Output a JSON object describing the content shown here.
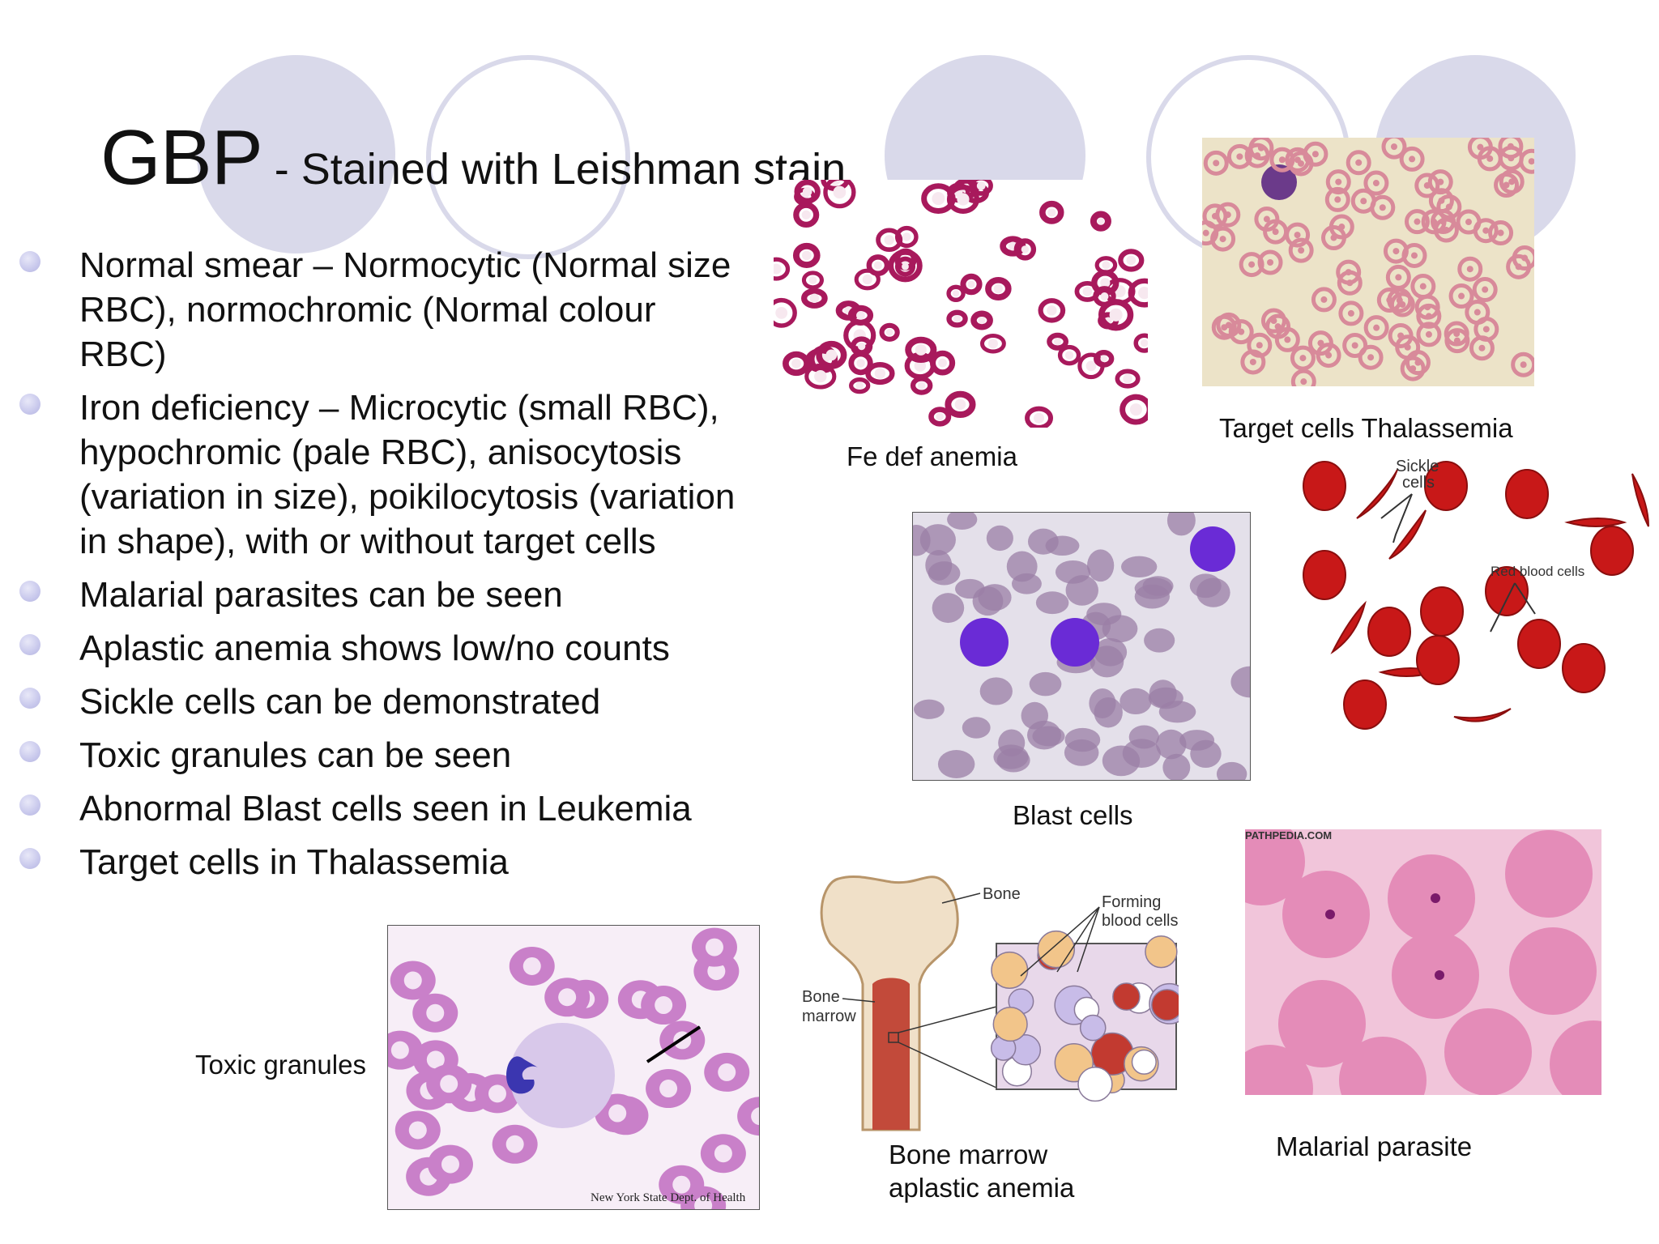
{
  "slide": {
    "title_main": "GBP",
    "title_sub": " - Stained with Leishman stain",
    "bullets": [
      "Normal smear – Normocytic (Normal size RBC), normochromic (Normal colour RBC)",
      "Iron deficiency – Microcytic (small RBC), hypochromic (pale RBC), anisocytosis (variation in size), poikilocytosis (variation in shape), with or without target cells",
      "Malarial parasites can be seen",
      "Aplastic anemia shows low/no counts",
      "Sickle cells can be demonstrated",
      "Toxic granules can be seen",
      "Abnormal Blast cells seen in Leukemia",
      "Target cells in Thalassemia"
    ]
  },
  "captions": {
    "fe_def": "Fe def anemia",
    "target": "Target cells Thalassemia",
    "blast": "Blast cells",
    "toxic": "Toxic granules",
    "bone_marrow_line1": "Bone marrow",
    "bone_marrow_line2": "aplastic anemia",
    "malarial": "Malarial parasite"
  },
  "image_labels": {
    "sickle_cells": [
      "Sickle",
      "cells"
    ],
    "red_blood_cells": "Red blood cells",
    "bone": "Bone",
    "forming_blood_cells": [
      "Forming",
      "blood cells"
    ],
    "bone_marrow": [
      "Bone",
      "marrow"
    ],
    "pathpedia": "PATHPEDIA.COM",
    "ny_credit": "New York State Dept. of Health"
  },
  "colors": {
    "decor_circle": "#d9d9ea",
    "bullet": "#c8c8ec",
    "fe_def_cells": "#a8195c",
    "target_bg": "#ece3c8",
    "target_cells": "#d88a9a",
    "blast_bg": "#e4e0ea",
    "blast_cells": "#9b7fa6",
    "blast_nucleus": "#6a2bd6",
    "sickle_red": "#c81818",
    "toxic_bg": "#f7eef7",
    "toxic_cells": "#c980c9",
    "toxic_nucleus": "#3b36b0",
    "malaria_bg": "#f1c5da",
    "malaria_cells": "#e48cb8"
  }
}
